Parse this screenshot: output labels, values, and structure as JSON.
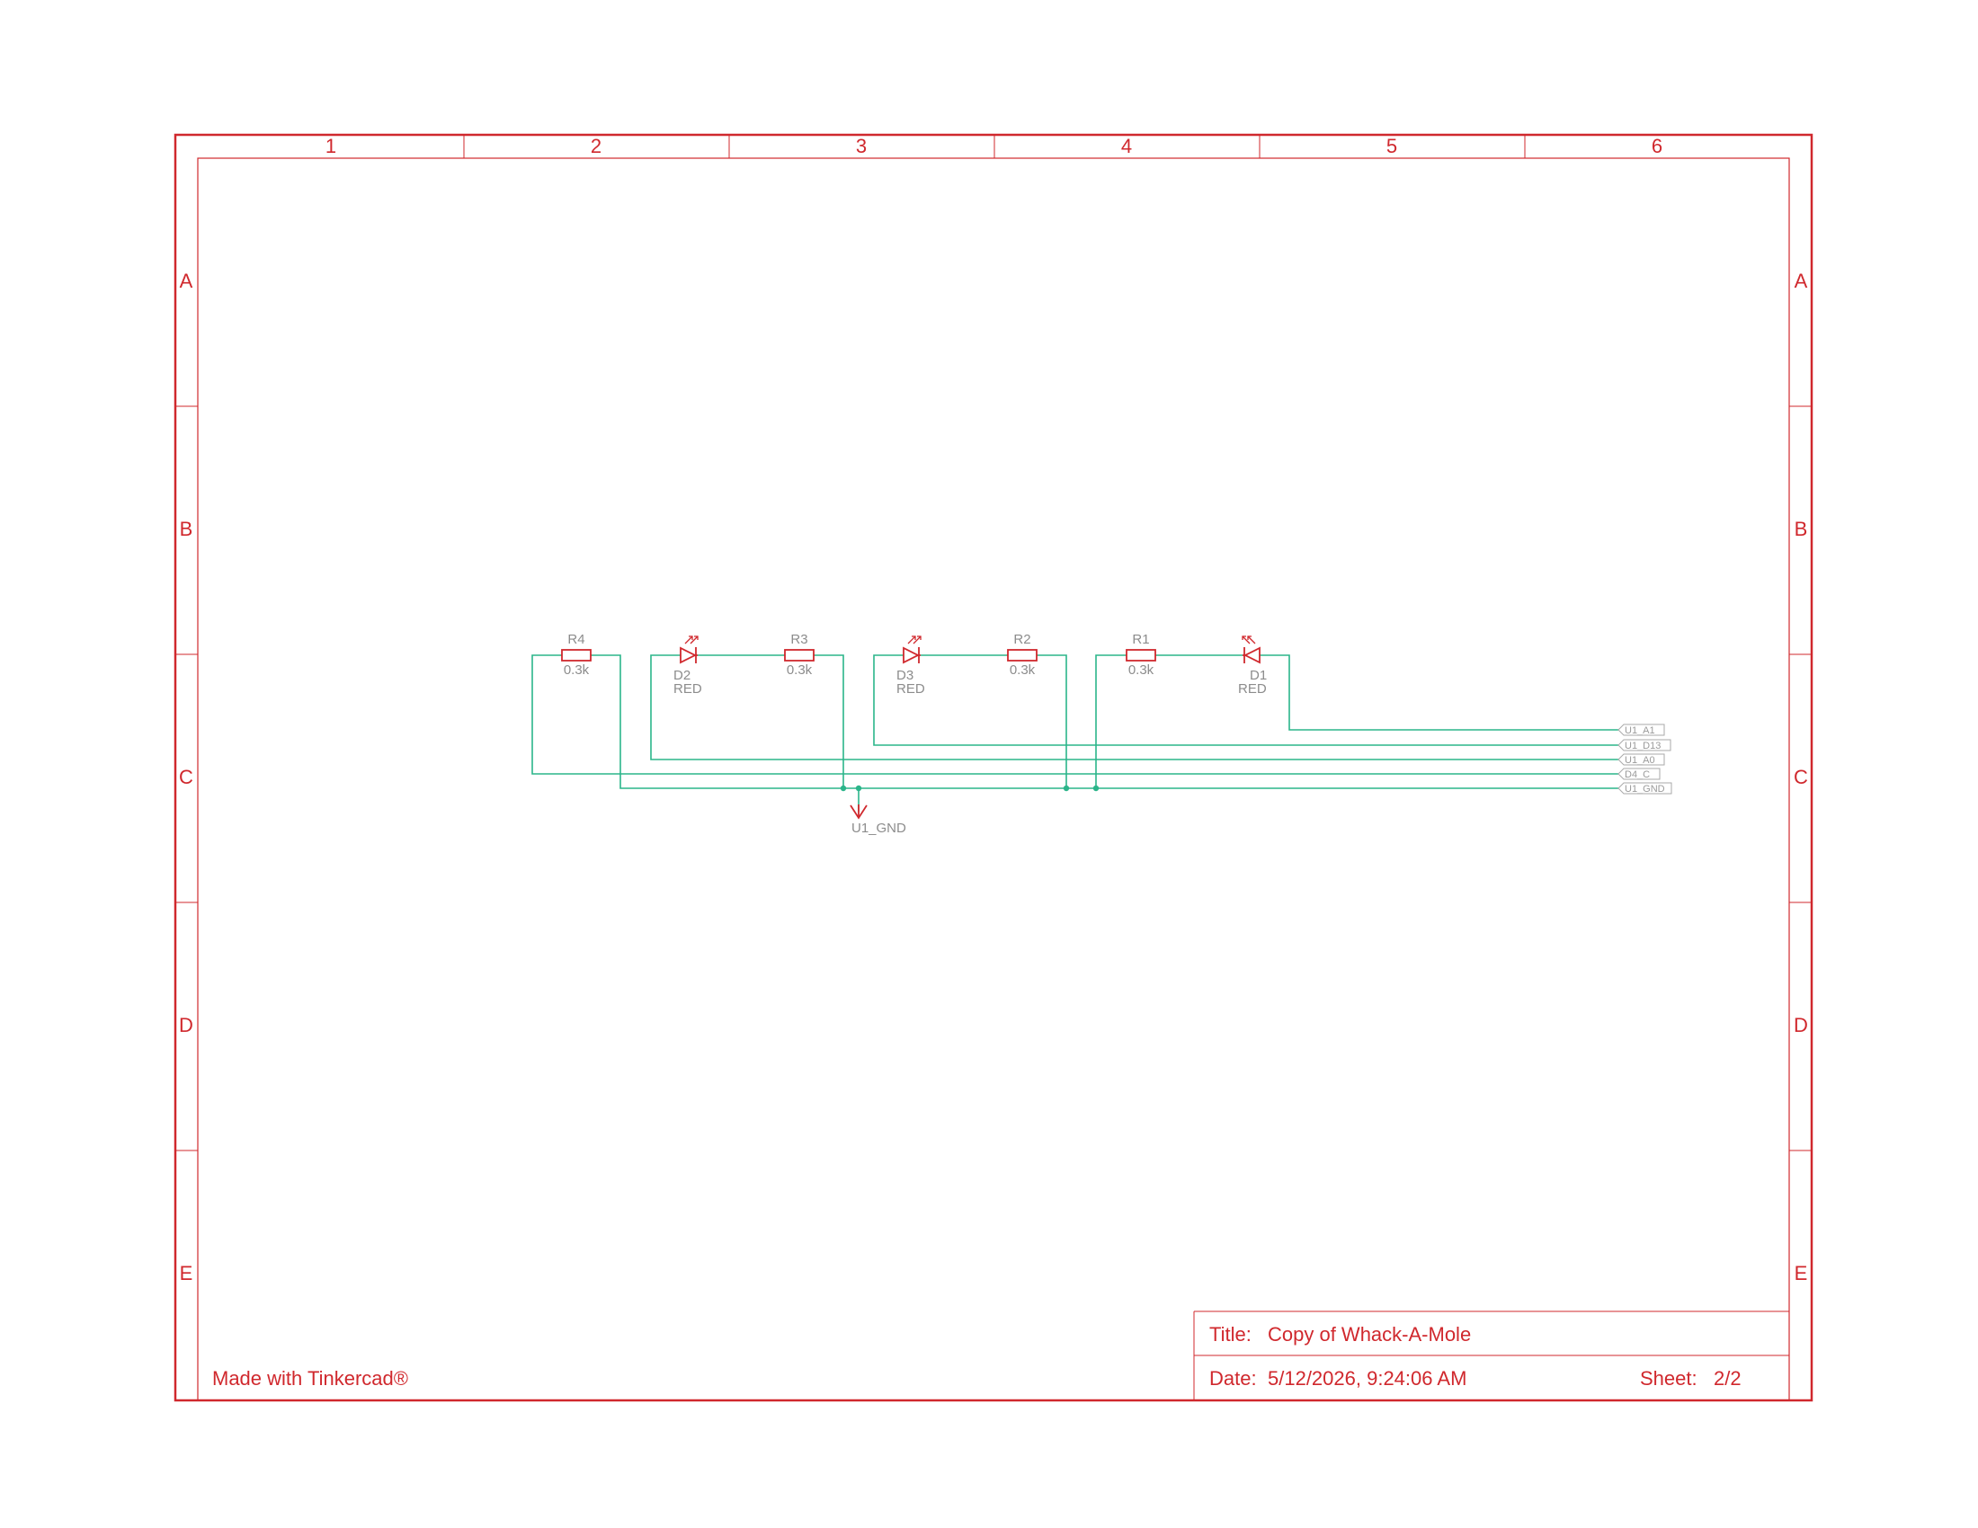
{
  "frame": {
    "columns": [
      "1",
      "2",
      "3",
      "4",
      "5",
      "6"
    ],
    "rows": [
      "A",
      "B",
      "C",
      "D",
      "E"
    ],
    "color": "#d0282d"
  },
  "title_block": {
    "title_label": "Title:",
    "title": "Copy of Whack-A-Mole",
    "date_label": "Date:",
    "date": "5/12/2026, 9:24:06 AM",
    "sheet_label": "Sheet:",
    "sheet": "2/2"
  },
  "credit": "Made with Tinkercad®",
  "schematic": {
    "wire_color": "#2bb58a",
    "component_color": "#d0282d",
    "resistors": [
      {
        "ref": "R4",
        "value": "0.3k"
      },
      {
        "ref": "R3",
        "value": "0.3k"
      },
      {
        "ref": "R2",
        "value": "0.3k"
      },
      {
        "ref": "R1",
        "value": "0.3k"
      }
    ],
    "leds": [
      {
        "ref": "D2",
        "color": "RED"
      },
      {
        "ref": "D3",
        "color": "RED"
      },
      {
        "ref": "D1",
        "color": "RED"
      }
    ],
    "ground_label": "U1_GND",
    "net_ports": [
      "U1_A1",
      "U1_D13",
      "U1_A0",
      "D4_C",
      "U1_GND"
    ]
  }
}
